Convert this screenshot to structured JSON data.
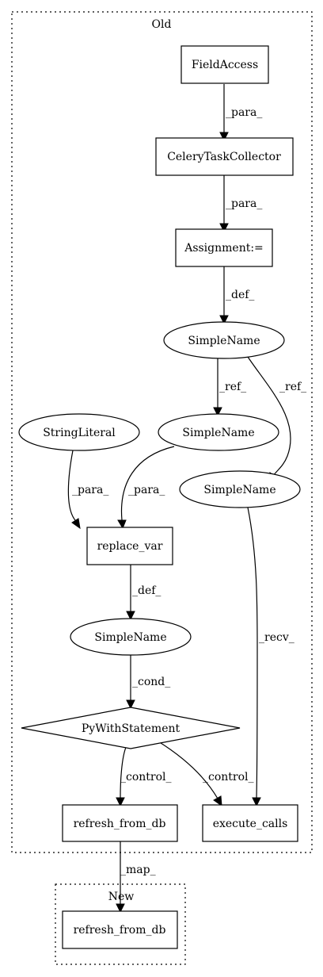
{
  "clusters": {
    "old": {
      "label": "Old"
    },
    "new": {
      "label": "New"
    }
  },
  "nodes": {
    "field_access": {
      "label": "FieldAccess",
      "shape": "box"
    },
    "celery_task_collector": {
      "label": "CeleryTaskCollector",
      "shape": "box"
    },
    "assignment": {
      "label": "Assignment:=",
      "shape": "box"
    },
    "simple_name_1": {
      "label": "SimpleName",
      "shape": "ellipse"
    },
    "simple_name_2": {
      "label": "SimpleName",
      "shape": "ellipse"
    },
    "simple_name_3": {
      "label": "SimpleName",
      "shape": "ellipse"
    },
    "string_literal": {
      "label": "StringLiteral",
      "shape": "ellipse"
    },
    "replace_var": {
      "label": "replace_var",
      "shape": "box"
    },
    "simple_name_4": {
      "label": "SimpleName",
      "shape": "ellipse"
    },
    "py_with_statement": {
      "label": "PyWithStatement",
      "shape": "diamond"
    },
    "refresh_from_db_old": {
      "label": "refresh_from_db",
      "shape": "box"
    },
    "execute_calls": {
      "label": "execute_calls",
      "shape": "box"
    },
    "refresh_from_db_new": {
      "label": "refresh_from_db",
      "shape": "box"
    }
  },
  "edges": [
    {
      "from": "field_access",
      "to": "celery_task_collector",
      "label": "_para_"
    },
    {
      "from": "celery_task_collector",
      "to": "assignment",
      "label": "_para_"
    },
    {
      "from": "assignment",
      "to": "simple_name_1",
      "label": "_def_"
    },
    {
      "from": "simple_name_1",
      "to": "simple_name_2",
      "label": "_ref_"
    },
    {
      "from": "simple_name_1",
      "to": "simple_name_3",
      "label": "_ref_"
    },
    {
      "from": "string_literal",
      "to": "replace_var",
      "label": "_para_"
    },
    {
      "from": "simple_name_2",
      "to": "replace_var",
      "label": "_para_"
    },
    {
      "from": "replace_var",
      "to": "simple_name_4",
      "label": "_def_"
    },
    {
      "from": "simple_name_4",
      "to": "py_with_statement",
      "label": "_cond_"
    },
    {
      "from": "py_with_statement",
      "to": "refresh_from_db_old",
      "label": "_control_"
    },
    {
      "from": "py_with_statement",
      "to": "execute_calls",
      "label": "_control_"
    },
    {
      "from": "simple_name_3",
      "to": "execute_calls",
      "label": "_recv_"
    },
    {
      "from": "refresh_from_db_old",
      "to": "refresh_from_db_new",
      "label": "_map_"
    }
  ]
}
